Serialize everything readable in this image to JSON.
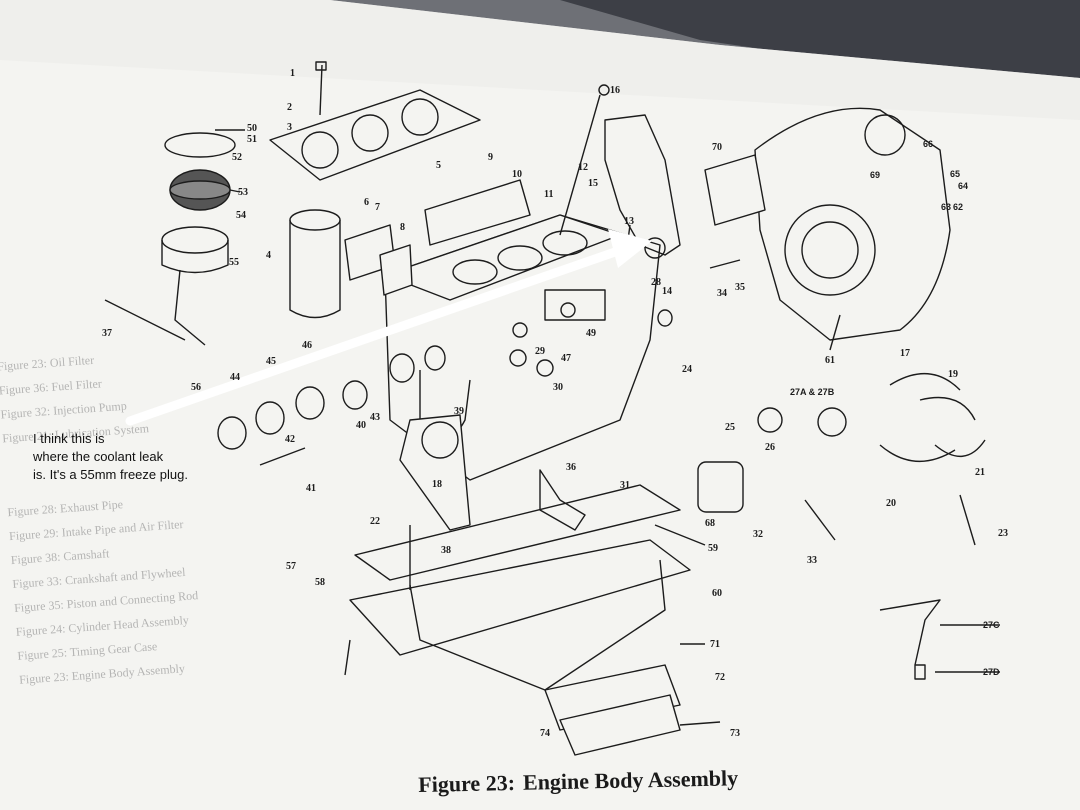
{
  "figure": {
    "caption_label": "Figure 23:",
    "caption_title": "Engine Body Assembly"
  },
  "annotation": {
    "line1": "I think this is",
    "line2": "where the coolant leak",
    "line3": "is.  It's a 55mm freeze plug."
  },
  "colors": {
    "paper": "#f4f4f1",
    "ink": "#1c1c1c",
    "arrow": "#ffffff",
    "background": "#6e7076"
  },
  "part_labels": [
    "1",
    "2",
    "3",
    "4",
    "5",
    "6",
    "7",
    "8",
    "9",
    "10",
    "11",
    "12",
    "13",
    "14",
    "15",
    "16",
    "17",
    "18",
    "19",
    "20",
    "21",
    "22",
    "23",
    "24",
    "25",
    "26",
    "27A & 27B",
    "27C",
    "27D",
    "28",
    "29",
    "30",
    "31",
    "32",
    "33",
    "34",
    "35",
    "36",
    "37",
    "38",
    "39",
    "40",
    "41",
    "42",
    "43",
    "44",
    "45",
    "46",
    "47",
    "49",
    "50",
    "51",
    "52",
    "53",
    "54",
    "55",
    "56",
    "57",
    "58",
    "59",
    "60",
    "61",
    "62",
    "63",
    "64",
    "65",
    "66",
    "68",
    "69",
    "70",
    "71",
    "72",
    "73",
    "74"
  ],
  "ghost_text": [
    "Figure 23:  Oil Filter",
    "Figure 36:  Fuel Filter",
    "Figure 32:  Injection Pump",
    "Figure 21:  Lubrication System",
    "Figure 28:  Exhaust Pipe",
    "Figure 29:  Intake Pipe and Air Filter",
    "Figure 38:  Camshaft",
    "Figure 33:  Crankshaft and Flywheel",
    "Figure 35:  Piston and Connecting Rod",
    "Figure 24:  Cylinder Head Assembly",
    "Figure 25:  Timing Gear Case",
    "Figure 23:  Engine Body Assembly"
  ]
}
